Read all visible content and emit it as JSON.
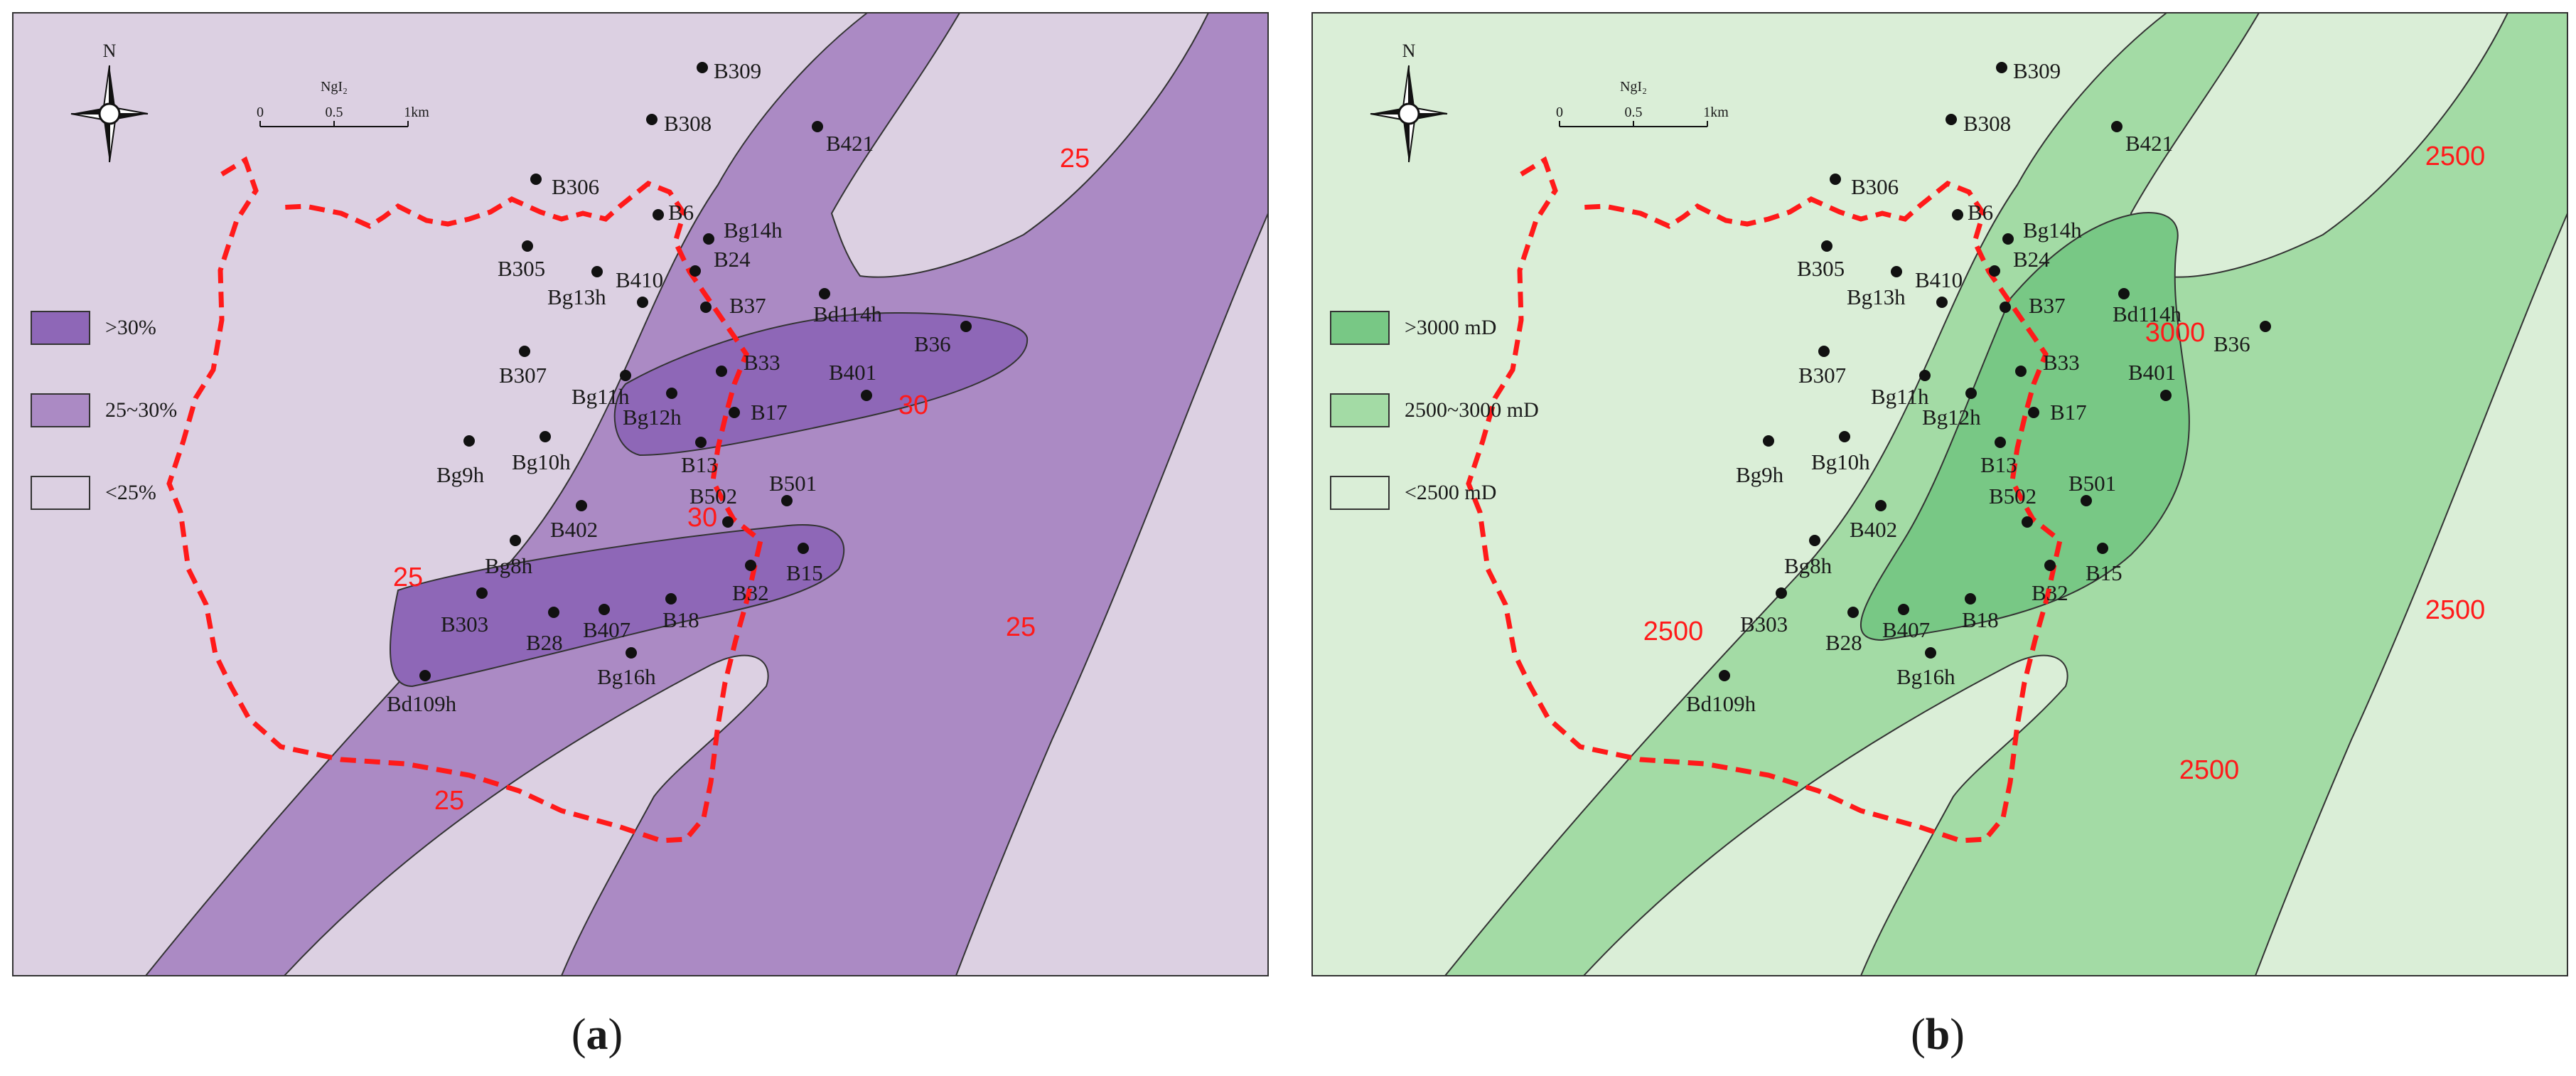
{
  "panels": [
    {
      "caption_letter": "a",
      "colors": {
        "high": "#8e67b7",
        "mid": "#ab8ac4",
        "low": "#dcd0e2"
      },
      "legend": [
        {
          "label": ">30%",
          "color": "#8e67b7"
        },
        {
          "label": "25~30%",
          "color": "#ab8ac4"
        },
        {
          "label": "<25%",
          "color": "#dcd0e2"
        }
      ],
      "contour_labels": [
        "25",
        "30",
        "30",
        "25",
        "25",
        "25"
      ],
      "wells": [
        "B309",
        "B308",
        "B421",
        "B306",
        "B6",
        "Bg14h",
        "B305",
        "Bg13h",
        "B24",
        "B37",
        "Bd114h",
        "B410",
        "B36",
        "B307",
        "B33",
        "B401",
        "Bg11h",
        "Bg12h",
        "B17",
        "B13",
        "Bg10h",
        "Bg9h",
        "B502",
        "B501",
        "B402",
        "Bg8h",
        "B15",
        "B32",
        "B303",
        "B28",
        "B407",
        "B18",
        "Bd109h",
        "Bg16h"
      ]
    },
    {
      "caption_letter": "b",
      "colors": {
        "high": "#78c885",
        "mid": "#a3dba5",
        "low": "#daeed7"
      },
      "legend": [
        {
          "label": ">3000 mD",
          "color": "#78c885"
        },
        {
          "label": "2500~3000 mD",
          "color": "#a3dba5"
        },
        {
          "label": "<2500 mD",
          "color": "#daeed7"
        }
      ],
      "contour_labels": [
        "2500",
        "3000",
        "2500",
        "2500",
        "2500"
      ],
      "wells": [
        "B309",
        "B308",
        "B421",
        "B306",
        "B6",
        "Bg14h",
        "B305",
        "Bg13h",
        "B24",
        "B37",
        "Bd114h",
        "B410",
        "B36",
        "B307",
        "B33",
        "B401",
        "Bg11h",
        "Bg12h",
        "B17",
        "B13",
        "Bg10h",
        "Bg9h",
        "B502",
        "B501",
        "B402",
        "Bg8h",
        "B15",
        "B32",
        "B303",
        "B28",
        "B407",
        "B18",
        "Bd109h",
        "Bg16h"
      ]
    }
  ],
  "north_label": "N",
  "scale_bar": {
    "title": "NgI₂",
    "ticks": [
      "0",
      "0.5",
      "1km"
    ]
  }
}
